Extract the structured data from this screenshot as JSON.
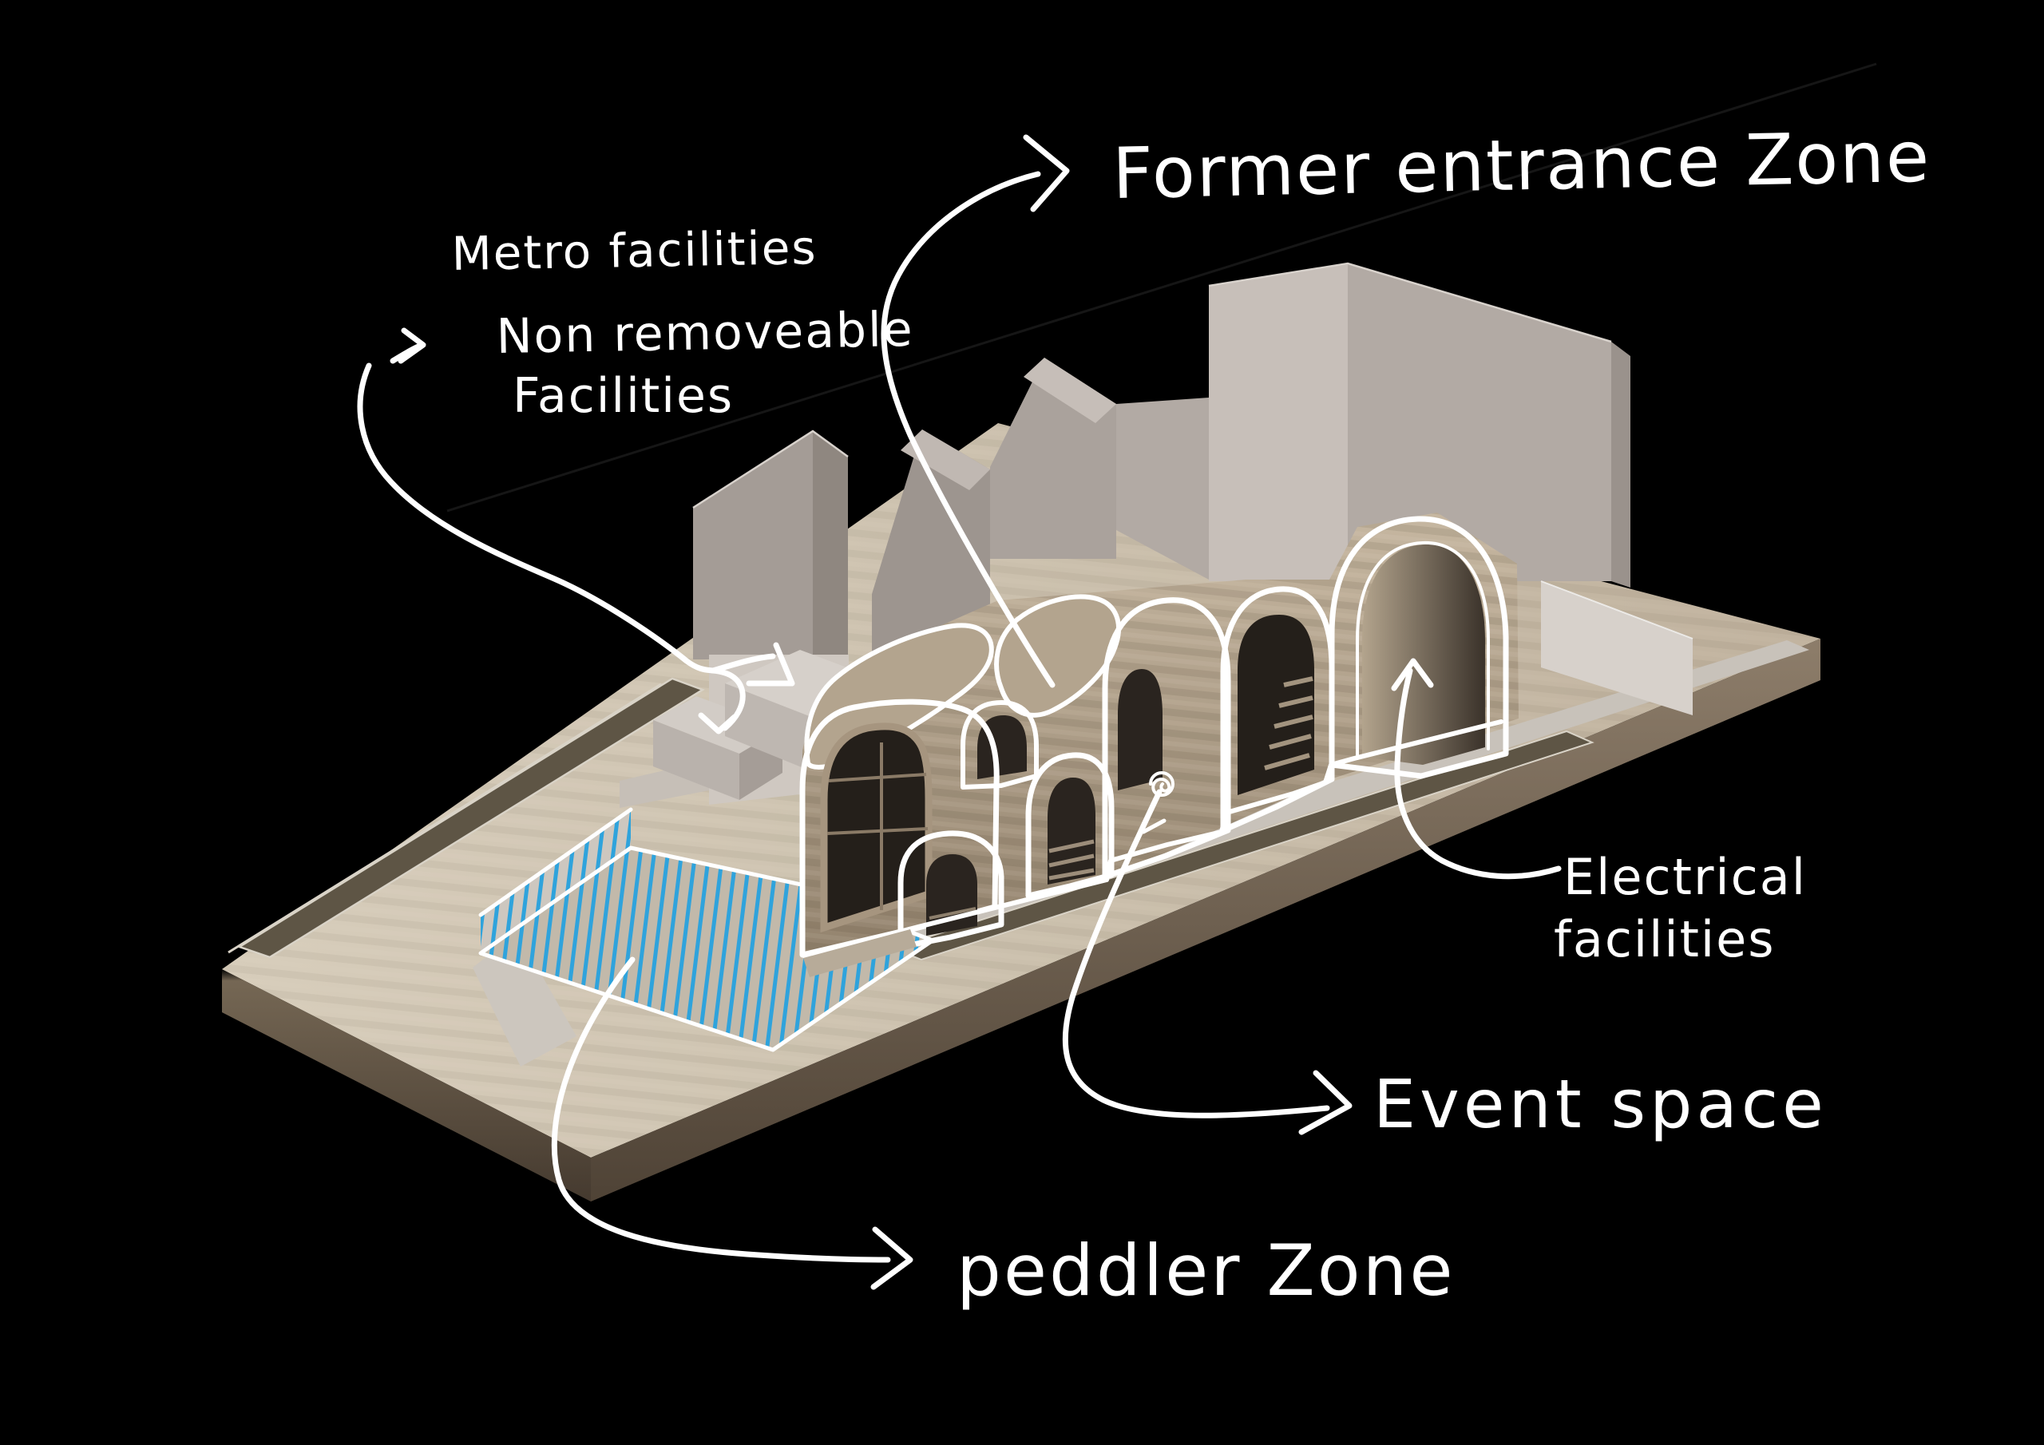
{
  "labels": {
    "metro": {
      "line1": "Metro facilities",
      "line2": "Non removeable",
      "line3": "Facilities"
    },
    "former_entrance_zone": "Former entrance Zone",
    "electrical": {
      "line1": "Electrical",
      "line2": "facilities"
    },
    "event_space": "Event space",
    "peddler_zone": "peddler Zone"
  },
  "colors": {
    "background": "#000000",
    "ink": "#ffffff",
    "hatch_blue": "#2fa3dc",
    "vault_wood": "#b7a890",
    "platform_wood": "#cdc2b0",
    "massing_grey": "#aba39d",
    "strip_olive": "#5e5545",
    "opening_dark": "#2a241f"
  }
}
